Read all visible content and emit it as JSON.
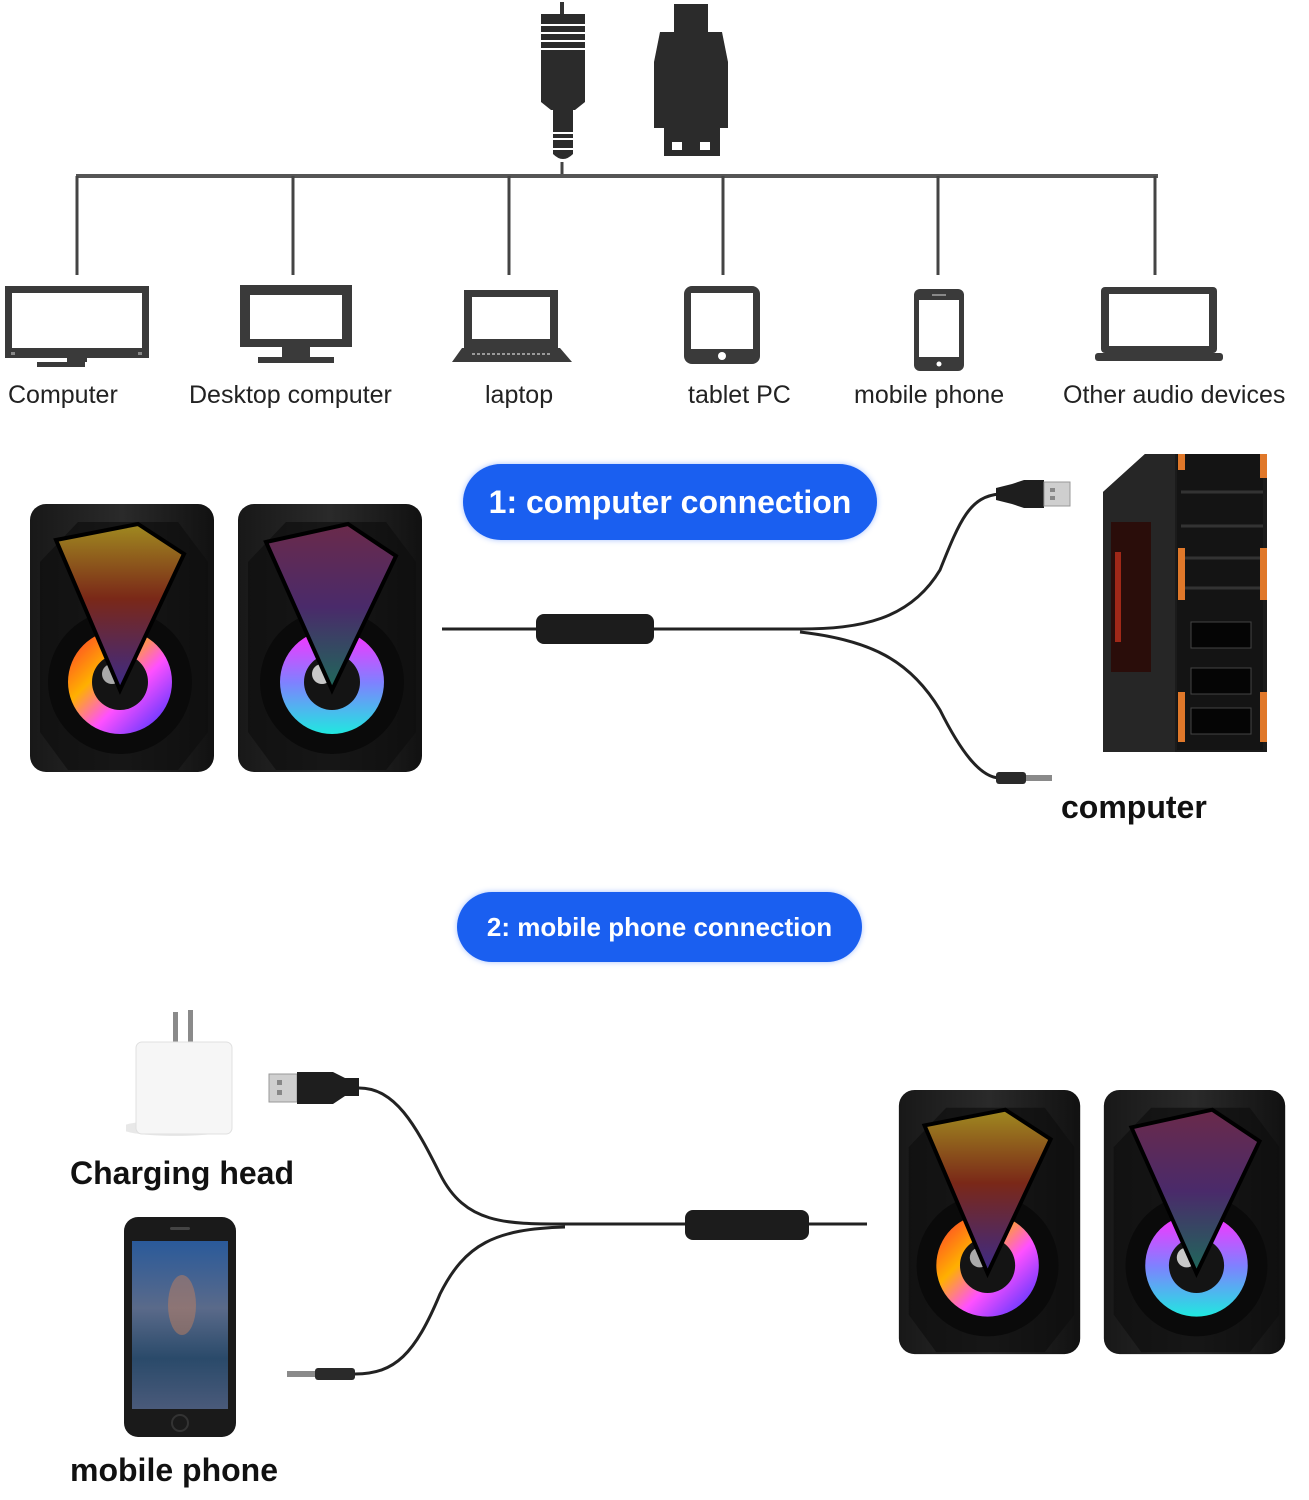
{
  "connectors": {
    "audio_jack": "3.5mm-audio-jack-icon",
    "usb_plug": "usb-plug-icon"
  },
  "devices": [
    {
      "label": "Computer",
      "icon": "all-in-one-monitor-icon"
    },
    {
      "label": "Desktop computer",
      "icon": "desktop-monitor-icon"
    },
    {
      "label": "laptop",
      "icon": "laptop-icon"
    },
    {
      "label": "tablet PC",
      "icon": "tablet-icon"
    },
    {
      "label": "mobile phone",
      "icon": "smartphone-icon"
    },
    {
      "label": "Other audio devices",
      "icon": "notebook-icon"
    }
  ],
  "section1": {
    "title": "1: computer connection",
    "target_label": "computer"
  },
  "section2": {
    "title": "2: mobile phone connection",
    "charger_label": "Charging head",
    "phone_label": "mobile phone"
  },
  "colors": {
    "pill_blue": "#1a5ff0",
    "icon_dark": "#3a3a3a",
    "tower_accent": "#e0782a"
  }
}
